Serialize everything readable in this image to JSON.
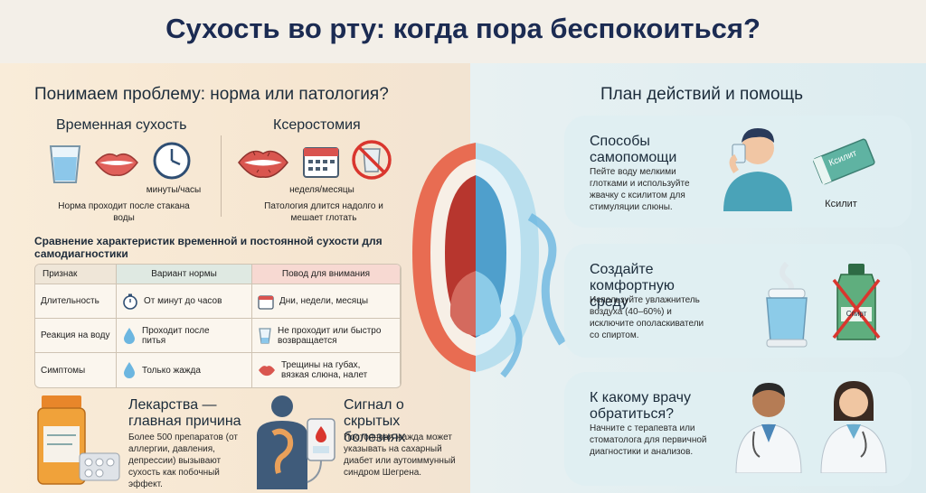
{
  "title": "Сухость во рту: когда пора беспокоиться?",
  "left": {
    "heading": "Понимаем проблему: норма или патология?",
    "temporary": {
      "title": "Временная сухость",
      "time_label": "минуты/часы",
      "caption": "Норма проходит после стакана воды"
    },
    "xerostomia": {
      "title": "Ксеростомия",
      "time_label": "неделя/месяцы",
      "caption": "Патология длится надолго и мешает глотать"
    },
    "comparison": {
      "title": "Сравнение характеристик временной и постоянной сухости для самодиагностики",
      "headers": [
        "Признак",
        "Вариант нормы",
        "Повод для внимания"
      ],
      "rows": [
        {
          "sign": "Длительность",
          "norm": "От минут до часов",
          "attention": "Дни, недели, месяцы"
        },
        {
          "sign": "Реакция на воду",
          "norm": "Проходит после питья",
          "attention": "Не проходит или быстро возвращается"
        },
        {
          "sign": "Симптомы",
          "norm": "Только жажда",
          "attention": "Трещины на губах, вязкая слюна, налет"
        }
      ]
    },
    "medicine": {
      "title": "Лекарства — главная причина",
      "text": "Более 500 препаратов (от аллергии, давления, депрессии) вызывают сухость как побочный эффект."
    },
    "signal": {
      "title": "Сигнал о скрытых болезнях",
      "text": "Постоянная жажда может указывать на сахарный диабет или аутоиммунный синдром Шегрена."
    }
  },
  "right": {
    "heading": "План действий и помощь",
    "selfhelp": {
      "title": "Способы самопомощи",
      "text": "Пейте воду мелкими глотками и используйте жвачку с ксилитом для стимуляции слюны.",
      "pack_label": "Ксилит",
      "caption": "Ксилит"
    },
    "environment": {
      "title": "Создайте комфортную среду",
      "text": "Используйте увлажнитель воздуха (40–60%) и исключите ополаскиватели со спиртом.",
      "bottle_label": "Спирт"
    },
    "doctor": {
      "title": "К какому врачу обратиться?",
      "text": "Начните с терапевта или стоматолога для первичной диагностики и анализов."
    }
  },
  "colors": {
    "navy": "#1b2b52",
    "norm_header": "#dfe9e2",
    "attention_header": "#f7d9d2",
    "water": "#6cb6e0",
    "lip": "#e0605a"
  }
}
